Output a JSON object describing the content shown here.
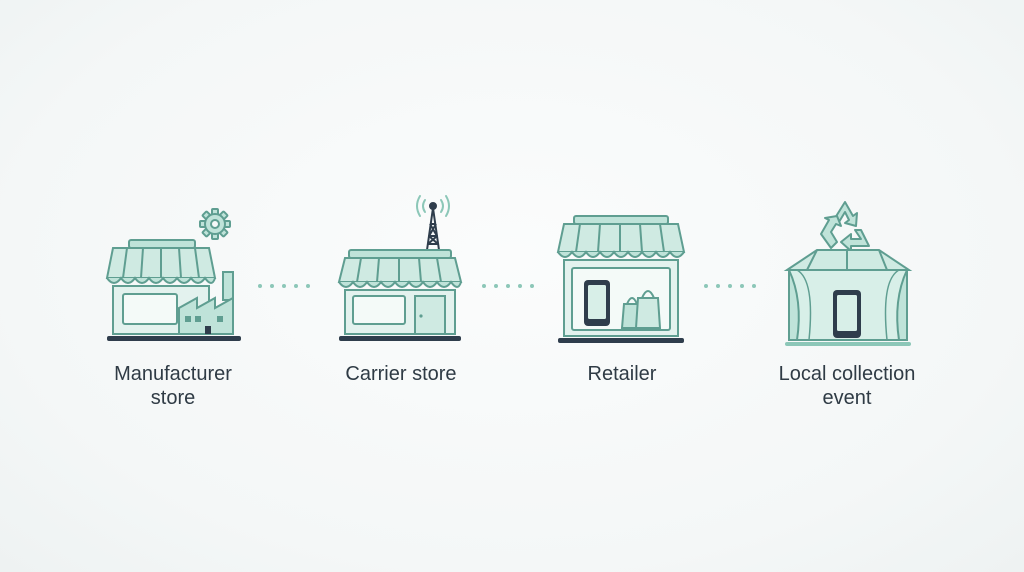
{
  "stations": [
    {
      "line1": "Manufacturer",
      "line2": "store",
      "icon": "storefront-factory-gear-icon"
    },
    {
      "line1": "Carrier store",
      "line2": "",
      "icon": "storefront-antenna-icon"
    },
    {
      "line1": "Retailer",
      "line2": "",
      "icon": "shop-phone-bags-icon"
    },
    {
      "line1": "Local collection",
      "line2": "event",
      "icon": "tent-recycle-phone-icon"
    }
  ],
  "colors": {
    "fill": "#bfe3d9",
    "fill_light": "#d8efe8",
    "stroke": "#5f9e91",
    "dark": "#2f3d4c",
    "dots": "#8cc7b8"
  }
}
